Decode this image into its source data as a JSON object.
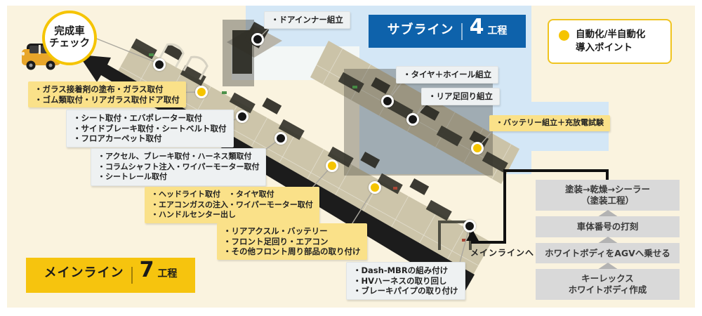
{
  "colors": {
    "accent_yellow": "#f5c400",
    "subline_blue": "#0e62ab",
    "bg_cream": "#faf3df",
    "bg_lightblue": "#d4e7f6",
    "label_yellow": "#fae189",
    "label_gray": "#eef1f2",
    "flow_gray": "#d9d9d9",
    "arrow_black": "#1c1c1c"
  },
  "legend": {
    "dot_icon": "yellow-dot",
    "line1": "自動化/半自動化",
    "line2": "導入ポイント"
  },
  "sub_line_banner": {
    "name": "サブライン",
    "count": "4",
    "unit": "工程"
  },
  "main_line_banner": {
    "name": "メインライン",
    "count": "7",
    "unit": "工程"
  },
  "final_check": {
    "line1": "完成車",
    "line2": "チェック"
  },
  "to_main_line_label": "メインラインへ",
  "main_process_labels": [
    {
      "id": "glass",
      "automated": true,
      "lines": [
        "・ガラス接着剤の塗布・ガラス取付",
        "・ゴム類取付・リアガラス取付ドア取付"
      ]
    },
    {
      "id": "seat",
      "automated": false,
      "lines": [
        "・シート取付・エバポレーター取付",
        "・サイドブレーキ取付・シートベルト取付",
        "・フロアカーペット取付"
      ]
    },
    {
      "id": "accel",
      "automated": false,
      "lines": [
        "・アクセル、ブレーキ取付・ハーネス類取付",
        "・コラムシャフト注入・ワイパーモーター取付",
        "・シートレール取付"
      ]
    },
    {
      "id": "headlight",
      "automated": true,
      "lines": [
        "・ヘッドライト取付　・タイヤ取付",
        "・エアコンガスの注入・ワイパーモーター取付",
        "・ハンドルセンター出し"
      ]
    },
    {
      "id": "rear_axle",
      "automated": true,
      "lines": [
        "・リアアクスル・バッテリー",
        "・フロント足回り・エアコン",
        "・その他フロント周り部品の取り付け"
      ]
    },
    {
      "id": "dash_mbr",
      "automated": false,
      "lines": [
        "・Dash-MBRの組み付け",
        "・HVハーネスの取り回し",
        "・ブレーキパイプの取り付け"
      ]
    }
  ],
  "sub_process_labels": [
    {
      "id": "door_inner",
      "automated": false,
      "lines": [
        "・ドアインナー組立"
      ]
    },
    {
      "id": "tire_wheel",
      "automated": false,
      "lines": [
        "・タイヤ＋ホイール組立"
      ]
    },
    {
      "id": "rear_suspension",
      "automated": false,
      "lines": [
        "・リア足回り組立"
      ]
    },
    {
      "id": "battery",
      "automated": true,
      "lines": [
        "・バッテリー組立＋充放電試験"
      ]
    }
  ],
  "paint_flow": {
    "direction": "bottom-to-top",
    "steps": [
      {
        "lines": [
          "塗装→乾燥→シーラー",
          "（塗装工程）"
        ]
      },
      {
        "lines": [
          "車体番号の打刻"
        ]
      },
      {
        "lines": [
          "ホワイトボディをAGVへ乗せる"
        ]
      },
      {
        "lines": [
          "キーレックス",
          "ホワイトボディ作成"
        ]
      }
    ]
  }
}
